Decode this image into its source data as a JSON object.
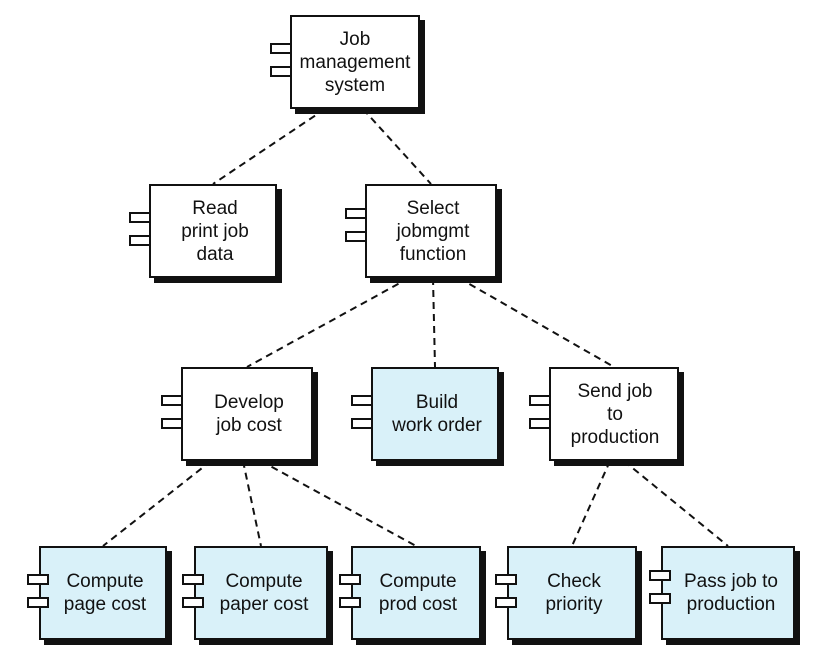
{
  "nodes": {
    "job_management_system": {
      "label": "Job\nmanagement\nsystem",
      "highlighted": false
    },
    "read_print_job_data": {
      "label": "Read\nprint job\ndata",
      "highlighted": false
    },
    "select_jobmgmt_function": {
      "label": "Select\njobmgmt\nfunction",
      "highlighted": false
    },
    "develop_job_cost": {
      "label": "Develop\njob cost",
      "highlighted": false
    },
    "build_work_order": {
      "label": "Build\nwork order",
      "highlighted": true
    },
    "send_job_to_production": {
      "label": "Send job\nto\nproduction",
      "highlighted": false
    },
    "compute_page_cost": {
      "label": "Compute\npage cost",
      "highlighted": true
    },
    "compute_paper_cost": {
      "label": "Compute\npaper cost",
      "highlighted": true
    },
    "compute_prod_cost": {
      "label": "Compute\nprod cost",
      "highlighted": true
    },
    "check_priority": {
      "label": "Check\npriority",
      "highlighted": true
    },
    "pass_job_to_production": {
      "label": "Pass job to\nproduction",
      "highlighted": true
    }
  },
  "edges": [
    {
      "from": "job_management_system",
      "to": "read_print_job_data",
      "style": "dashed"
    },
    {
      "from": "job_management_system",
      "to": "select_jobmgmt_function",
      "style": "dashed"
    },
    {
      "from": "select_jobmgmt_function",
      "to": "develop_job_cost",
      "style": "dashed"
    },
    {
      "from": "select_jobmgmt_function",
      "to": "build_work_order",
      "style": "dashed"
    },
    {
      "from": "select_jobmgmt_function",
      "to": "send_job_to_production",
      "style": "dashed"
    },
    {
      "from": "develop_job_cost",
      "to": "compute_page_cost",
      "style": "dashed"
    },
    {
      "from": "develop_job_cost",
      "to": "compute_paper_cost",
      "style": "dashed"
    },
    {
      "from": "develop_job_cost",
      "to": "compute_prod_cost",
      "style": "dashed"
    },
    {
      "from": "send_job_to_production",
      "to": "check_priority",
      "style": "dashed"
    },
    {
      "from": "send_job_to_production",
      "to": "pass_job_to_production",
      "style": "dashed"
    }
  ],
  "colors": {
    "highlight_fill": "#d9f1f9",
    "line": "#111111"
  }
}
